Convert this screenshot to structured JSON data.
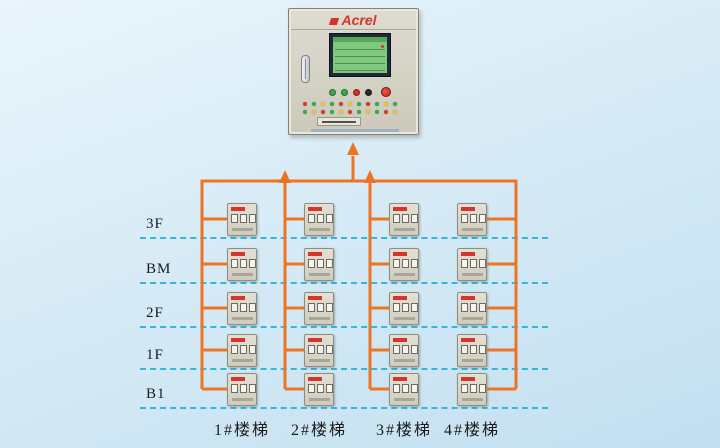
{
  "colors": {
    "background_top": "#e9f5fb",
    "background_bottom": "#c2dff0",
    "bus_line": "#ED7422",
    "floor_line": "#35B8D8",
    "cabinet_body": "#D6D3C7",
    "device_body": "#DCD9CD",
    "screen_green": "#7FC87F",
    "brand_red": "#D6352B",
    "label_text": "#1b1b1b"
  },
  "cabinet": {
    "brand": "Acrel",
    "button_colors": [
      "#2fae4a",
      "#2fae4a",
      "#d43324",
      "#2b2b2b"
    ],
    "estop_color": "#c5271b",
    "indicator_rows": [
      [
        "#d63b2a",
        "#2fae4a",
        "#e8c33c",
        "#2fae4a",
        "#d63b2a",
        "#e8c33c",
        "#2fae4a",
        "#d63b2a",
        "#2fae4a",
        "#e8c33c",
        "#2fae4a"
      ],
      [
        "#2fae4a",
        "#e8c33c",
        "#d63b2a",
        "#2fae4a",
        "#e8c33c",
        "#d63b2a",
        "#2fae4a",
        "#e8c33c",
        "#2fae4a",
        "#d63b2a",
        "#e8c33c"
      ]
    ]
  },
  "floors": [
    {
      "label": "3F"
    },
    {
      "label": "BM"
    },
    {
      "label": "2F"
    },
    {
      "label": "1F"
    },
    {
      "label": "B1"
    }
  ],
  "staircases": [
    {
      "label": "1#楼梯"
    },
    {
      "label": "2#楼梯"
    },
    {
      "label": "3#楼梯"
    },
    {
      "label": "4#楼梯"
    }
  ]
}
